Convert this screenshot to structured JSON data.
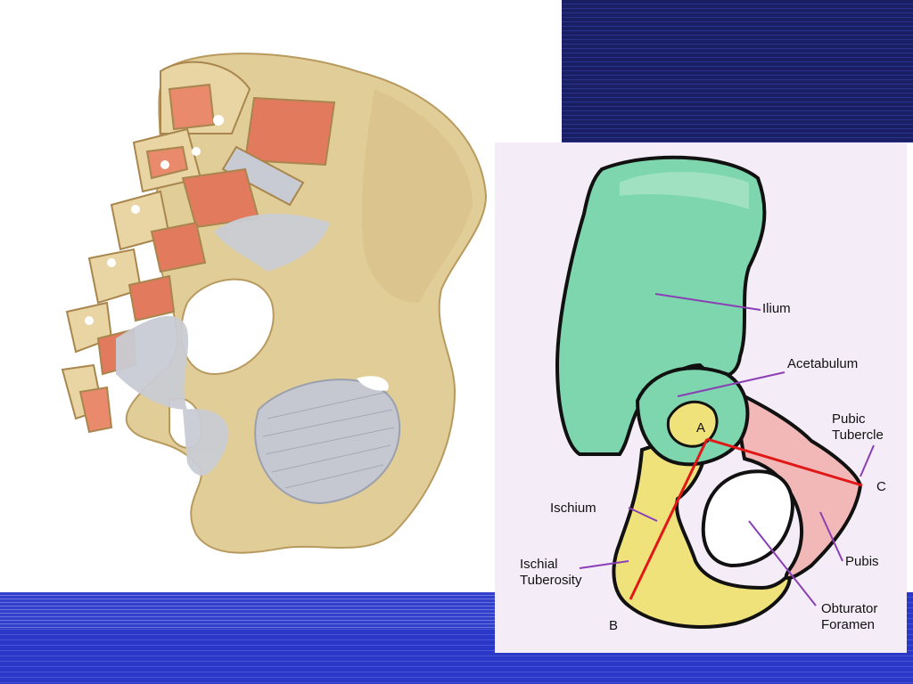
{
  "diagram": {
    "labels": {
      "ilium": "Ilium",
      "acetabulum": "Acetabulum",
      "pubic_tubercle_1": "Pubic",
      "pubic_tubercle_2": "Tubercle",
      "ischium": "Ischium",
      "ischial_tuberosity_1": "Ischial",
      "ischial_tuberosity_2": "Tuberosity",
      "pubis": "Pubis",
      "obturator_foramen_1": "Obturator",
      "obturator_foramen_2": "Foramen",
      "point_a": "A",
      "point_b": "B",
      "point_c": "C"
    },
    "colors": {
      "ilium": "#7dd6ad",
      "ischium": "#f0e27a",
      "pubis": "#f2b8b8",
      "outline": "#111111",
      "leader": "#8a3fb5",
      "measure_line": "#e01818",
      "bone": "#e3cf9c",
      "marrow": "#e27a5d",
      "ligament": "#c9ccd4",
      "band_dark": "#1a1f63",
      "band_blue": "#2b37c7"
    }
  }
}
